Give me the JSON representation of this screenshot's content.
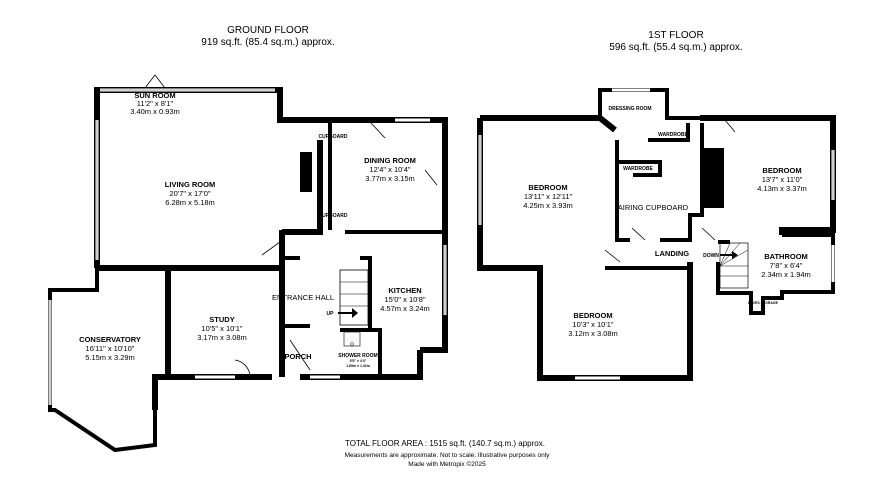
{
  "ground_floor": {
    "title": "GROUND FLOOR",
    "area": "919 sq.ft. (85.4 sq.m.) approx.",
    "rooms": {
      "sun_room": {
        "name": "SUN ROOM",
        "imperial": "11'2\" x 8'1\"",
        "metric": "3.40m x 0.93m"
      },
      "living_room": {
        "name": "LIVING ROOM",
        "imperial": "20'7\" x 17'0\"",
        "metric": "6.28m x 5.18m"
      },
      "dining_room": {
        "name": "DINING ROOM",
        "imperial": "12'4\" x 10'4\"",
        "metric": "3.77m x 3.15m"
      },
      "cupboard_1": {
        "name": "CUPBOARD"
      },
      "cupboard_2": {
        "name": "CUPBOARD"
      },
      "entrance_hall": {
        "name": "ENTRANCE HALL"
      },
      "study": {
        "name": "STUDY",
        "imperial": "10'5\" x 10'1\"",
        "metric": "3.17m x 3.08m"
      },
      "kitchen": {
        "name": "KITCHEN",
        "imperial": "15'0\" x 10'8\"",
        "metric": "4.57m x 3.24m"
      },
      "conservatory": {
        "name": "CONSERVATORY",
        "imperial": "16'11\" x 10'10\"",
        "metric": "5.15m x 3.29m"
      },
      "porch": {
        "name": "PORCH"
      },
      "shower_room": {
        "name": "SHOWER ROOM",
        "imperial": "5'5\" x 4'4\"",
        "metric": "1.65m x 1.32m"
      }
    },
    "stairs_label": "UP"
  },
  "first_floor": {
    "title": "1ST FLOOR",
    "area": "596 sq.ft. (55.4 sq.m.) approx.",
    "rooms": {
      "dressing_room": {
        "name": "DRESSING ROOM"
      },
      "wardrobe_1": {
        "name": "WARDROBE"
      },
      "wardrobe_2": {
        "name": "WARDROBE"
      },
      "bedroom_1": {
        "name": "BEDROOM",
        "imperial": "13'11\" x 12'11\"",
        "metric": "4.25m x 3.93m"
      },
      "bedroom_2": {
        "name": "BEDROOM",
        "imperial": "13'7\" x 11'0\"",
        "metric": "4.13m x 3.37m"
      },
      "airing_cupboard": {
        "name": "AIRING CUPBOARD"
      },
      "landing": {
        "name": "LANDING"
      },
      "bathroom": {
        "name": "BATHROOM",
        "imperial": "7'8\" x 6'4\"",
        "metric": "2.34m x 1.94m"
      },
      "eaves_storage": {
        "name": "EAVES STORAGE"
      },
      "bedroom_3": {
        "name": "BEDROOM",
        "imperial": "10'3\" x 10'1\"",
        "metric": "3.12m x 3.08m"
      }
    },
    "stairs_label": "DOWN"
  },
  "footer": {
    "total": "TOTAL FLOOR AREA : 1515 sq.ft. (140.7 sq.m.) approx.",
    "disclaimer": "Measurements are approximate.  Not to scale.  Illustrative purposes only",
    "credit": "Made with Metropix ©2025"
  }
}
